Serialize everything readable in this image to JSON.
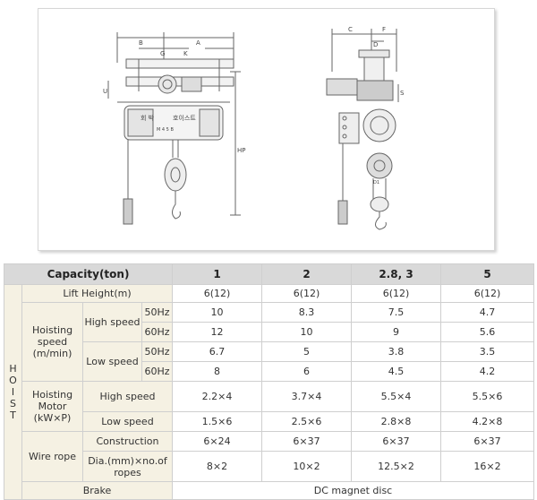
{
  "drawing": {
    "left_labels": {
      "b": "B",
      "a": "A",
      "g": "G",
      "k": "K",
      "u": "U",
      "hp": "HP"
    },
    "left_nameplate": {
      "brand": "회 박",
      "sub": "호이스트",
      "small": "M 4 5 B"
    },
    "right_labels": {
      "c": "C",
      "f": "F",
      "d": "D",
      "s": "S",
      "d1": "D1"
    }
  },
  "table": {
    "header": {
      "capacity": "Capacity(ton)",
      "c1": "1",
      "c2": "2",
      "c3": "2.8, 3",
      "c4": "5"
    },
    "side_label": "H O I S T",
    "lift_height": {
      "label": "Lift Height(m)",
      "values": [
        "6(12)",
        "6(12)",
        "6(12)",
        "6(12)"
      ]
    },
    "hoisting_speed": {
      "label": "Hoisting speed (m/min)",
      "high": {
        "label": "High speed",
        "hz50": {
          "label": "50Hz",
          "values": [
            "10",
            "8.3",
            "7.5",
            "4.7"
          ]
        },
        "hz60": {
          "label": "60Hz",
          "values": [
            "12",
            "10",
            "9",
            "5.6"
          ]
        }
      },
      "low": {
        "label": "Low speed",
        "hz50": {
          "label": "50Hz",
          "values": [
            "6.7",
            "5",
            "3.8",
            "3.5"
          ]
        },
        "hz60": {
          "label": "60Hz",
          "values": [
            "8",
            "6",
            "4.5",
            "4.2"
          ]
        }
      }
    },
    "hoisting_motor": {
      "label": "Hoisting Motor (kW×P)",
      "high": {
        "label": "High speed",
        "values": [
          "2.2×4",
          "3.7×4",
          "5.5×4",
          "5.5×6"
        ]
      },
      "low": {
        "label": "Low speed",
        "values": [
          "1.5×6",
          "2.5×6",
          "2.8×8",
          "4.2×8"
        ]
      }
    },
    "wire_rope": {
      "label": "Wire rope",
      "construction": {
        "label": "Construction",
        "values": [
          "6×24",
          "6×37",
          "6×37",
          "6×37"
        ]
      },
      "dia": {
        "label": "Dia.(mm)×no.of ropes",
        "values": [
          "8×2",
          "10×2",
          "12.5×2",
          "16×2"
        ]
      }
    },
    "brake": {
      "label": "Brake",
      "value": "DC magnet disc"
    }
  }
}
